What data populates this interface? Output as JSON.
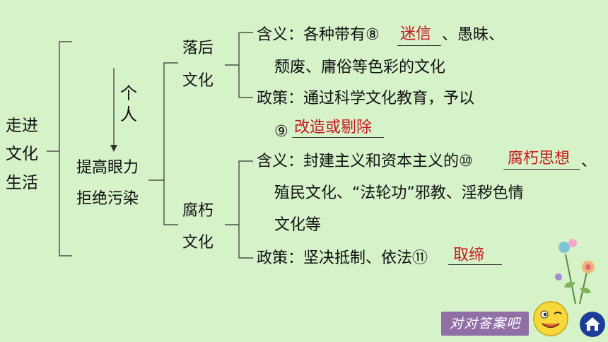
{
  "root": {
    "line1": "走进",
    "line2": "文化",
    "line3": "生活"
  },
  "person": {
    "line1": "个",
    "line2": "人"
  },
  "mid": {
    "line1": "提高眼力",
    "line2": "拒绝污染"
  },
  "backward": {
    "line1": "落后",
    "line2": "文化"
  },
  "decadent": {
    "line1": "腐朽",
    "line2": "文化"
  },
  "backward_meaning": {
    "line1_prefix": "含义：各种带有⑧",
    "answer8": "迷信",
    "line1_suffix": "、愚昧、",
    "line2": "颓废、庸俗等色彩的文化"
  },
  "backward_policy": {
    "line1": "政策：通过科学文化教育，予以",
    "num9": "⑨",
    "answer9": "改造或剔除"
  },
  "decadent_meaning": {
    "line1_prefix": "含义：封建主义和资本主义的⑩",
    "answer10": "腐朽思想",
    "line1_suffix": "、",
    "line2": "殖民文化、“法轮功”邪教、淫秽色情",
    "line3": "文化等"
  },
  "decadent_policy": {
    "line1_prefix": "政策：坚决抵制、依法⑪",
    "answer11": "取缔"
  },
  "footer": {
    "answer_button": "对对答案吧"
  },
  "colors": {
    "background": "#d6f2c9",
    "answer": "#c8171e",
    "button": "#8f6fa6",
    "home": "#1d3d9a"
  }
}
